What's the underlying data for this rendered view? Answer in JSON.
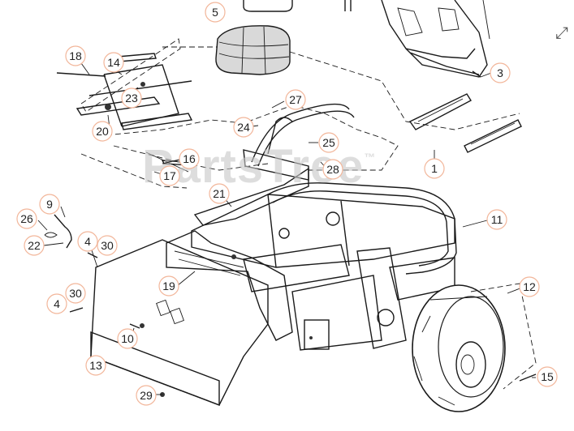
{
  "watermark": "PartsTree",
  "watermark_tm": "™",
  "expand_icon": "expand-icon",
  "callouts": [
    {
      "id": "c5",
      "label": "5"
    },
    {
      "id": "c18",
      "label": "18"
    },
    {
      "id": "c14",
      "label": "14"
    },
    {
      "id": "c23",
      "label": "23"
    },
    {
      "id": "c20",
      "label": "20"
    },
    {
      "id": "c27",
      "label": "27"
    },
    {
      "id": "c24",
      "label": "24"
    },
    {
      "id": "c25",
      "label": "25"
    },
    {
      "id": "c16",
      "label": "16"
    },
    {
      "id": "c17",
      "label": "17"
    },
    {
      "id": "c28",
      "label": "28"
    },
    {
      "id": "c3",
      "label": "3"
    },
    {
      "id": "c1",
      "label": "1"
    },
    {
      "id": "c21",
      "label": "21"
    },
    {
      "id": "c9",
      "label": "9"
    },
    {
      "id": "c26",
      "label": "26"
    },
    {
      "id": "c22",
      "label": "22"
    },
    {
      "id": "c4a",
      "label": "4"
    },
    {
      "id": "c30a",
      "label": "30"
    },
    {
      "id": "c11",
      "label": "11"
    },
    {
      "id": "c19",
      "label": "19"
    },
    {
      "id": "c30b",
      "label": "30"
    },
    {
      "id": "c4b",
      "label": "4"
    },
    {
      "id": "c12",
      "label": "12"
    },
    {
      "id": "c10",
      "label": "10"
    },
    {
      "id": "c13",
      "label": "13"
    },
    {
      "id": "c15",
      "label": "15"
    },
    {
      "id": "c29",
      "label": "29"
    }
  ]
}
